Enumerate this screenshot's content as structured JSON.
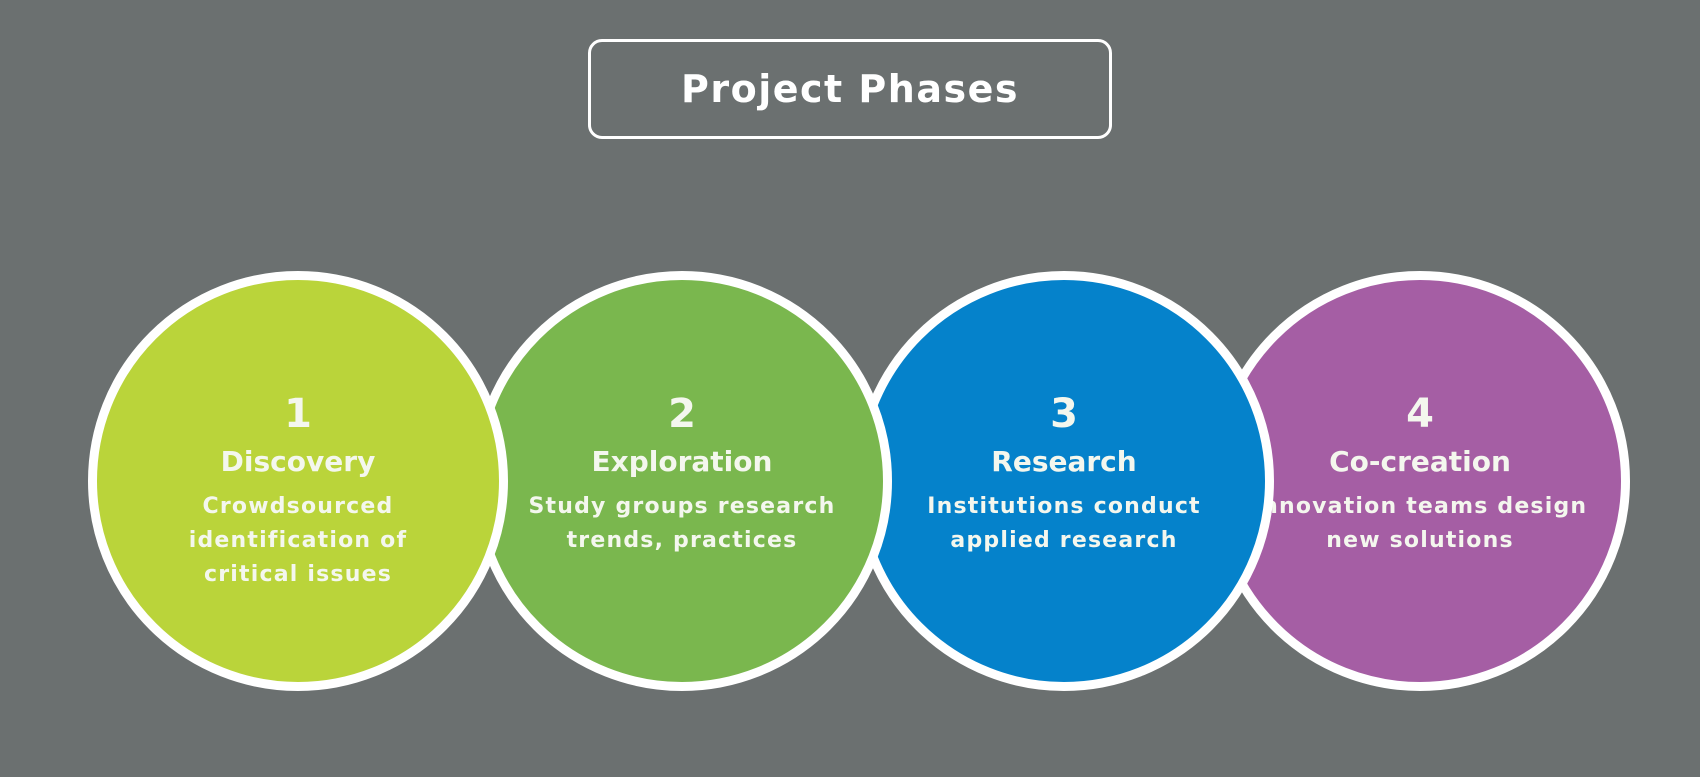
{
  "title": "Project Phases",
  "phases": [
    {
      "number": "1",
      "name": "Discovery",
      "desc_line1": "Crowdsourced",
      "desc_line2": "identification of",
      "desc_line3": "critical issues",
      "color": "#bad43a"
    },
    {
      "number": "2",
      "name": "Exploration",
      "desc_line1": "Study groups research",
      "desc_line2": "trends, practices",
      "desc_line3": "",
      "color": "#7ab74e"
    },
    {
      "number": "3",
      "name": "Research",
      "desc_line1": "Institutions conduct",
      "desc_line2": "applied research",
      "desc_line3": "",
      "color": "#0582cb"
    },
    {
      "number": "4",
      "name": "Co-creation",
      "desc_line1": "Innovation teams design",
      "desc_line2": "new solutions",
      "desc_line3": "",
      "color": "#a55ea4"
    }
  ],
  "colors": {
    "background": "#6b7070",
    "border": "#ffffff"
  }
}
